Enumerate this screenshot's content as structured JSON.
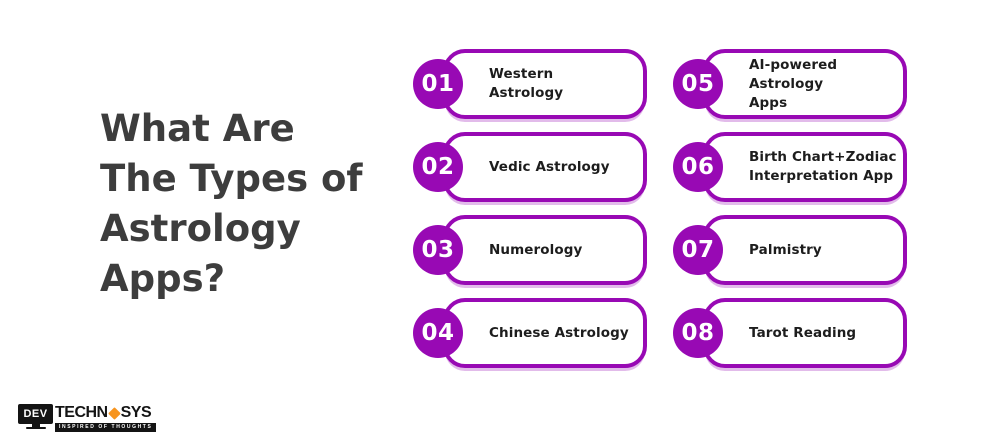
{
  "title": {
    "text": "What Are\nThe Types of\nAstrology\nApps?"
  },
  "colors": {
    "purple": "#9809b4",
    "title_text": "#3d3d3d",
    "label_text": "#1d1d1d",
    "card_shadow": "rgba(152,9,180,0.28)",
    "logo_black": "#141414",
    "logo_orange": "#f7941e",
    "background": "#ffffff"
  },
  "cards": {
    "left_column": [
      {
        "number": "01",
        "label": "Western\nAstrology"
      },
      {
        "number": "02",
        "label": "Vedic Astrology"
      },
      {
        "number": "03",
        "label": "Numerology"
      },
      {
        "number": "04",
        "label": "Chinese Astrology"
      }
    ],
    "right_column": [
      {
        "number": "05",
        "label": "AI-powered Astrology\nApps"
      },
      {
        "number": "06",
        "label": "Birth Chart+Zodiac\nInterpretation App"
      },
      {
        "number": "07",
        "label": "Palmistry"
      },
      {
        "number": "08",
        "label": "Tarot Reading"
      }
    ]
  },
  "logo": {
    "monitor_text": "DEV",
    "wordmark_left": "TECHN",
    "wordmark_right": "SYS",
    "diamond_icon": "orange-diamond",
    "tagline": "INSPIRED OF THOUGHTS"
  }
}
